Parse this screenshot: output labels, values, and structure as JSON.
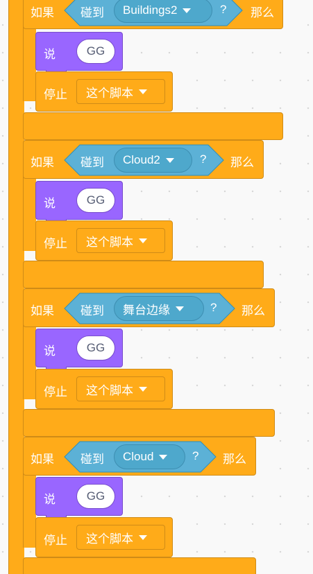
{
  "keywords": {
    "if": "如果",
    "touching": "碰到",
    "question": "?",
    "then": "那么",
    "say": "说",
    "stop": "停止"
  },
  "blocks": [
    {
      "target": "Buildings2",
      "say_text": "GG",
      "stop_option": "这个脚本"
    },
    {
      "target": "Cloud2",
      "say_text": "GG",
      "stop_option": "这个脚本"
    },
    {
      "target": "舞台边缘",
      "say_text": "GG",
      "stop_option": "这个脚本"
    },
    {
      "target": "Cloud",
      "say_text": "GG",
      "stop_option": "这个脚本"
    }
  ],
  "colors": {
    "control": "#ffab19",
    "sensing": "#5cb1d6",
    "looks": "#9966ff"
  }
}
